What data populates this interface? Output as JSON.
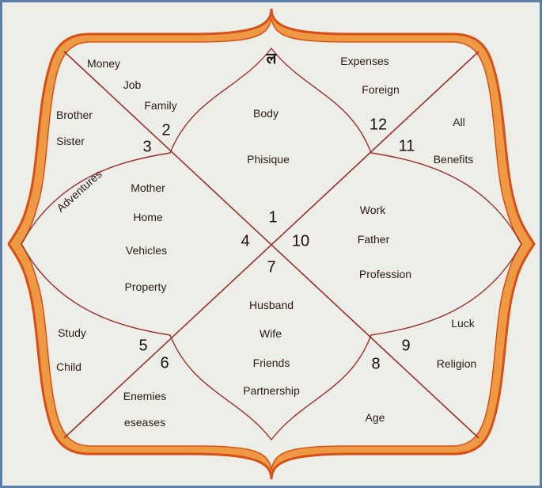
{
  "colors": {
    "frame_outer": "#d84e16",
    "frame_fill": "#ee9a44",
    "line": "#9b2f2b",
    "background": "#eeeee9",
    "border": "#5b7fa8"
  },
  "houses": {
    "h1": {
      "number": "1",
      "labels": [
        "Body",
        "Phisique"
      ]
    },
    "h2": {
      "number": "2",
      "labels": [
        "Money",
        "Job",
        "Family"
      ]
    },
    "h3": {
      "number": "3",
      "labels": [
        "Brother",
        "Sister",
        "Adventures"
      ]
    },
    "h4": {
      "number": "4",
      "labels": [
        "Mother",
        "Home",
        "Vehicles",
        "Property"
      ]
    },
    "h5": {
      "number": "5",
      "labels": [
        "Study",
        "Child"
      ]
    },
    "h6": {
      "number": "6",
      "labels": [
        "Enemies",
        "eseases"
      ]
    },
    "h7": {
      "number": "7",
      "labels": [
        "Husband",
        "Wife",
        "Friends",
        "Partnership"
      ]
    },
    "h8": {
      "number": "8",
      "labels": [
        "Age"
      ]
    },
    "h9": {
      "number": "9",
      "labels": [
        "Luck",
        "Religion"
      ]
    },
    "h10": {
      "number": "10",
      "labels": [
        "Work",
        "Father",
        "Profession"
      ]
    },
    "h11": {
      "number": "11",
      "labels": [
        "All",
        "Benefits"
      ]
    },
    "h12": {
      "number": "12",
      "labels": [
        "Expenses",
        "Foreign"
      ]
    }
  },
  "lagna_mark": "ल"
}
